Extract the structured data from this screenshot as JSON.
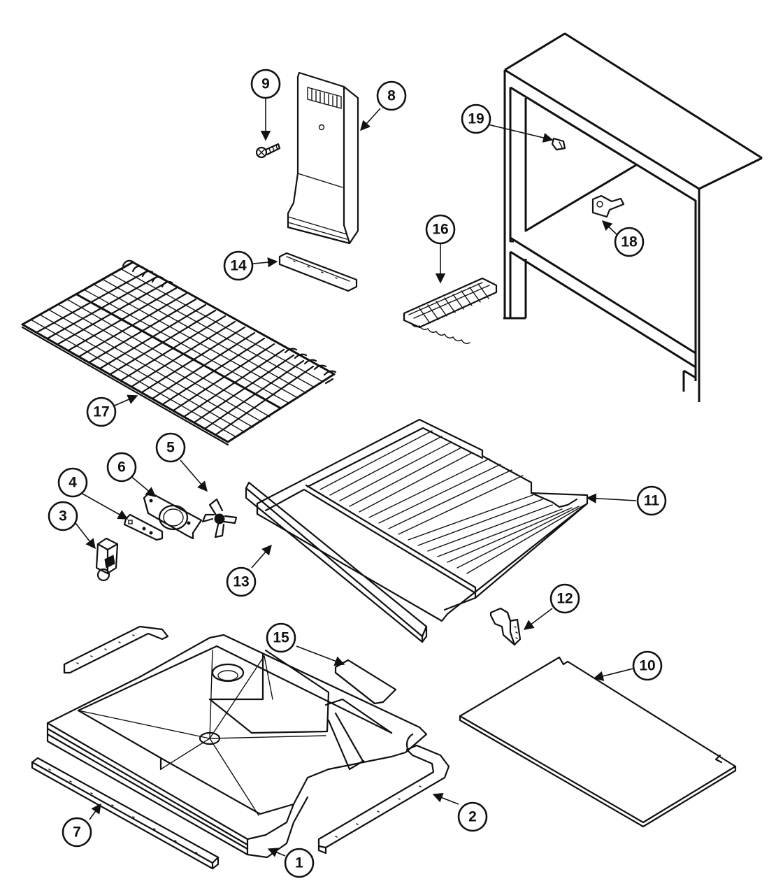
{
  "callouts": [
    {
      "id": "callout-1",
      "label": "1"
    },
    {
      "id": "callout-2",
      "label": "2"
    },
    {
      "id": "callout-3",
      "label": "3"
    },
    {
      "id": "callout-4",
      "label": "4"
    },
    {
      "id": "callout-5",
      "label": "5"
    },
    {
      "id": "callout-6",
      "label": "6"
    },
    {
      "id": "callout-7",
      "label": "7"
    },
    {
      "id": "callout-8",
      "label": "8"
    },
    {
      "id": "callout-9",
      "label": "9"
    },
    {
      "id": "callout-10",
      "label": "10"
    },
    {
      "id": "callout-11",
      "label": "11"
    },
    {
      "id": "callout-12",
      "label": "12"
    },
    {
      "id": "callout-13",
      "label": "13"
    },
    {
      "id": "callout-14",
      "label": "14"
    },
    {
      "id": "callout-15",
      "label": "15"
    },
    {
      "id": "callout-16",
      "label": "16"
    },
    {
      "id": "callout-17",
      "label": "17"
    },
    {
      "id": "callout-18",
      "label": "18"
    },
    {
      "id": "callout-19",
      "label": "19"
    }
  ],
  "colors": {
    "ink": "#111111",
    "paper": "#ffffff"
  }
}
